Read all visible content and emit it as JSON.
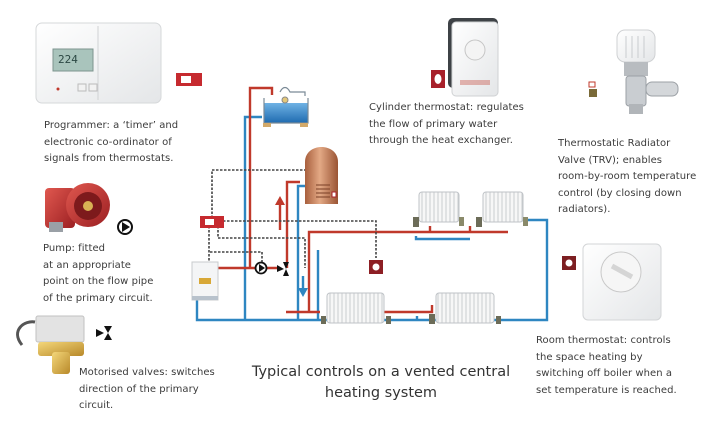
{
  "title": {
    "lines": [
      "Typical controls on a vented central",
      "heating system"
    ]
  },
  "components": {
    "programmer": {
      "display": "224",
      "caption": [
        "Programmer: a ‘timer’ and",
        "electronic co-ordinator of",
        "signals from thermostats."
      ],
      "symbol": "programmer-symbol"
    },
    "pump": {
      "caption": [
        "Pump: fitted",
        "at an appropriate",
        "point on the flow pipe",
        "of the primary circuit."
      ],
      "symbol": "pump-symbol"
    },
    "motorised_valve": {
      "caption": [
        "Motorised valves: switches",
        "direction of the primary",
        "circuit."
      ],
      "symbol": "valve-symbol"
    },
    "cylinder_thermostat": {
      "caption": [
        "Cylinder thermostat: regulates",
        "the flow of primary water",
        "through the heat exchanger."
      ],
      "symbol": "thermostat-symbol"
    },
    "trv": {
      "caption": [
        "Thermostatic Radiator",
        "Valve (TRV); enables",
        "room-by-room temperature",
        "control (by closing down",
        "radiators)."
      ],
      "symbol": "trv-symbol"
    },
    "room_thermostat": {
      "caption": [
        "Room thermostat: controls",
        "the space heating by",
        "switching off boiler when a",
        "set temperature is reached."
      ],
      "symbol": "thermostat-symbol"
    }
  },
  "colors": {
    "flow_pipe": "#c0392b",
    "return_pipe": "#2e86c1",
    "control_wire": "#444444",
    "symbol_red": "#a8202a",
    "tank_water": "#2f7fc1",
    "cylinder_copper": "#c97f5a"
  }
}
